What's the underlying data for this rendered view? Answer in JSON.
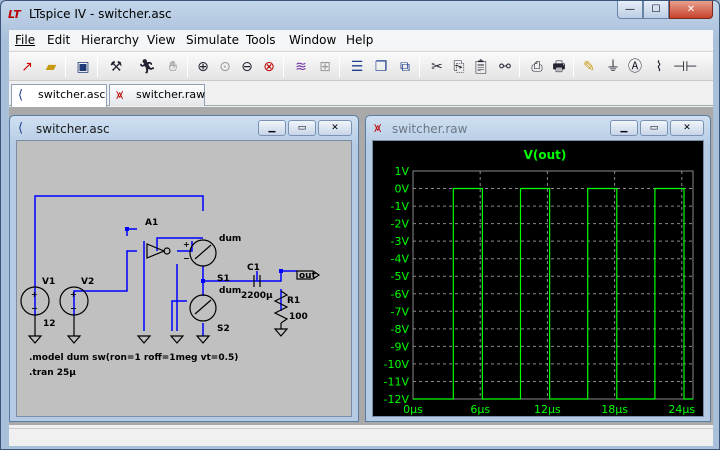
{
  "window": {
    "title": "LTspice IV - switcher.asc",
    "icon": "ltspice-logo-icon",
    "buttons": {
      "minimize": "—",
      "maximize": "☐",
      "close": "✕"
    }
  },
  "menu": [
    "File",
    "Edit",
    "Hierarchy",
    "View",
    "Simulate",
    "Tools",
    "Window",
    "Help"
  ],
  "menu_underline_index": [
    0,
    0,
    1,
    0,
    0,
    0,
    0,
    0
  ],
  "toolbar": {
    "icons": [
      "new-schematic-icon",
      "open-icon",
      "save-icon",
      "control-panel-icon",
      "run-icon",
      "halt-icon",
      "zoom-in-icon",
      "pan-icon",
      "zoom-out-icon",
      "zoom-cancel-icon",
      "autorange-icon",
      "grid-icon",
      "tile-icon",
      "cascade-icon",
      "close-all-icon",
      "cut-icon",
      "copy-icon",
      "paste-icon",
      "find-icon",
      "print-preview-icon",
      "print-icon",
      "draw-wire-icon",
      "ground-icon",
      "label-net-icon",
      "resistor-icon",
      "capacitor-icon"
    ]
  },
  "tabs": [
    {
      "label": "switcher.asc",
      "icon": "schematic-icon"
    },
    {
      "label": "switcher.raw",
      "icon": "waveform-icon"
    }
  ],
  "schematic": {
    "title": "switcher.asc",
    "labels": {
      "a1": "A1",
      "v1": "V1",
      "v2": "V2",
      "v1_val": "12",
      "dum1": "dum",
      "dum2": "dum",
      "s1": "S1",
      "s2": "S2",
      "c1": "C1",
      "c1_val": "2200µ",
      "r1": "R1",
      "r1_val": "100",
      "out": "out",
      "plus1": "+",
      "minus1": "−",
      "plus2": "+",
      "minus2": "−",
      "plus_a": "+",
      "minus_a": "−"
    },
    "directives": [
      ".model dum sw(ron=1 roff=1meg vt=0.5)",
      ".tran 25µ"
    ]
  },
  "waveform": {
    "title": "switcher.raw"
  },
  "chart_data": {
    "type": "line",
    "title": "V(out)",
    "xlabel": "",
    "ylabel": "",
    "x_ticks": [
      "0µs",
      "6µs",
      "12µs",
      "18µs",
      "24µs"
    ],
    "y_ticks": [
      "1V",
      "0V",
      "-1V",
      "-2V",
      "-3V",
      "-4V",
      "-5V",
      "-6V",
      "-7V",
      "-8V",
      "-9V",
      "-10V",
      "-11V",
      "-12V"
    ],
    "xlim": [
      0,
      25
    ],
    "ylim": [
      -12,
      1
    ],
    "grid": true,
    "colors": {
      "background": "#000000",
      "trace": "#00ff00",
      "grid": "#8a8a8a"
    },
    "series": [
      {
        "name": "V(out)",
        "x": [
          0,
          3.6,
          3.6,
          6.2,
          6.2,
          9.6,
          9.6,
          12.2,
          12.2,
          15.6,
          15.6,
          18.2,
          18.2,
          21.6,
          21.6,
          24.2,
          24.2,
          25
        ],
        "y": [
          -12,
          -12,
          0,
          0,
          -12,
          -12,
          0,
          0,
          -12,
          -12,
          0,
          0,
          -12,
          -12,
          0,
          0,
          -12,
          -12
        ]
      }
    ]
  }
}
